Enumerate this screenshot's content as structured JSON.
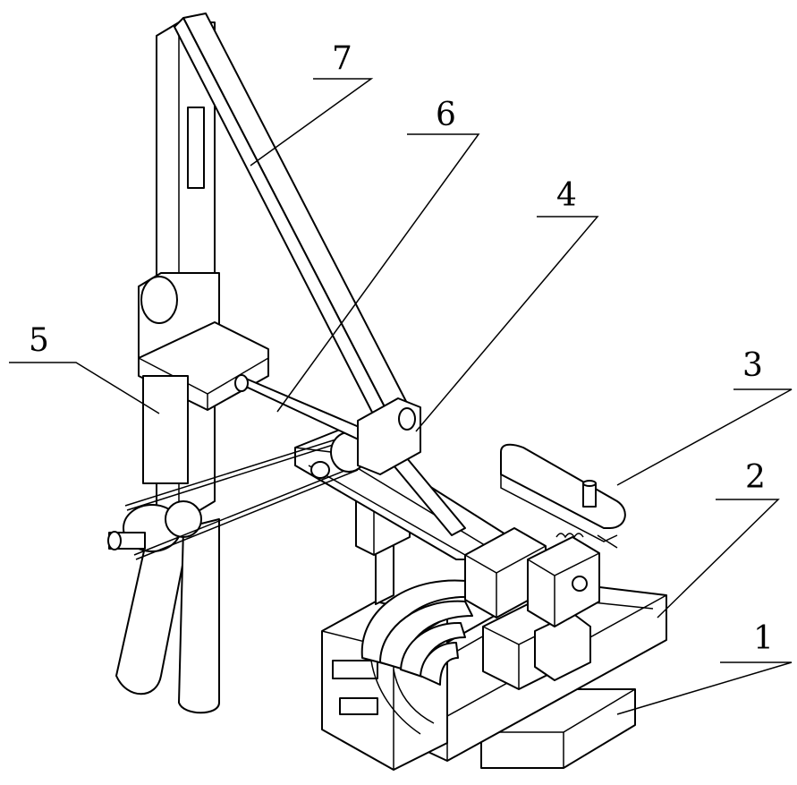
{
  "figure": {
    "labels": [
      {
        "id": "part-1",
        "text": "1"
      },
      {
        "id": "part-2",
        "text": "2"
      },
      {
        "id": "part-3",
        "text": "3"
      },
      {
        "id": "part-4",
        "text": "4"
      },
      {
        "id": "part-5",
        "text": "5"
      },
      {
        "id": "part-6",
        "text": "6"
      },
      {
        "id": "part-7",
        "text": "7"
      }
    ]
  }
}
